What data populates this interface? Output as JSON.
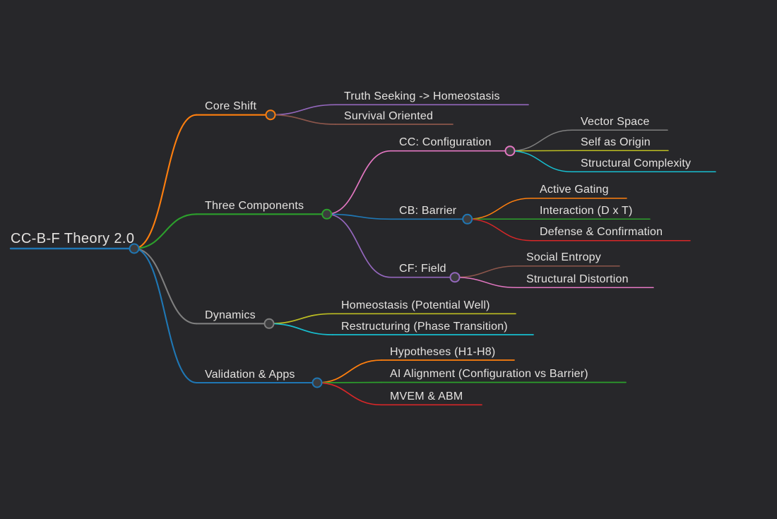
{
  "colors": {
    "background": "#27272a",
    "text": "#e4e2e0",
    "circle_fill": "#3c3c3e",
    "palette": {
      "blue": "#1f77b4",
      "orange": "#ff7f0e",
      "green": "#2ca02c",
      "red": "#d62728",
      "purple": "#9467bd",
      "brown": "#8c564b",
      "pink": "#e377c2",
      "gray": "#7f7f7f",
      "olive": "#bcbd22",
      "cyan": "#17becf"
    }
  },
  "mindmap": {
    "root": {
      "label": "CC-B-F Theory 2.0",
      "color": "blue",
      "children": [
        {
          "label": "Core Shift",
          "color": "orange",
          "children": [
            {
              "label": "Truth Seeking -> Homeostasis",
              "color": "purple"
            },
            {
              "label": "Survival Oriented",
              "color": "brown"
            }
          ]
        },
        {
          "label": "Three Components",
          "color": "green",
          "children": [
            {
              "label": "CC: Configuration",
              "color": "pink",
              "children": [
                {
                  "label": "Vector Space",
                  "color": "gray"
                },
                {
                  "label": "Self as Origin",
                  "color": "olive"
                },
                {
                  "label": "Structural Complexity",
                  "color": "cyan"
                }
              ]
            },
            {
              "label": "CB: Barrier",
              "color": "blue",
              "children": [
                {
                  "label": "Active Gating",
                  "color": "orange"
                },
                {
                  "label": "Interaction (D x T)",
                  "color": "green"
                },
                {
                  "label": "Defense & Confirmation",
                  "color": "red"
                }
              ]
            },
            {
              "label": "CF: Field",
              "color": "purple",
              "children": [
                {
                  "label": "Social Entropy",
                  "color": "brown"
                },
                {
                  "label": "Structural Distortion",
                  "color": "pink"
                }
              ]
            }
          ]
        },
        {
          "label": "Dynamics",
          "color": "gray",
          "children": [
            {
              "label": "Homeostasis (Potential Well)",
              "color": "olive"
            },
            {
              "label": "Restructuring (Phase Transition)",
              "color": "cyan"
            }
          ]
        },
        {
          "label": "Validation & Apps",
          "color": "blue",
          "children": [
            {
              "label": "Hypotheses (H1-H8)",
              "color": "orange"
            },
            {
              "label": "AI Alignment (Configuration vs Barrier)",
              "color": "green"
            },
            {
              "label": "MVEM & ABM",
              "color": "red"
            }
          ]
        }
      ]
    }
  }
}
